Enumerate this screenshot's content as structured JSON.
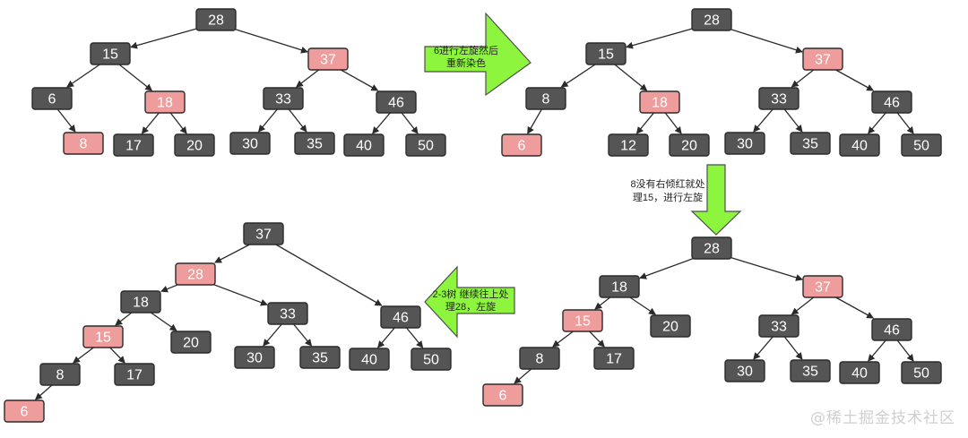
{
  "colors": {
    "black_node": "#555555",
    "red_node": "#ee9c9c",
    "arrow_fill": "#8ef53f",
    "text_dark_bg": "#ffffff",
    "text_red_bg": "#ffffff"
  },
  "trees": [
    {
      "id": "tree1",
      "nodes": [
        {
          "id": "a28",
          "label": "28",
          "color": "black"
        },
        {
          "id": "a15",
          "label": "15",
          "color": "black"
        },
        {
          "id": "a37",
          "label": "37",
          "color": "red"
        },
        {
          "id": "a6",
          "label": "6",
          "color": "black"
        },
        {
          "id": "a18",
          "label": "18",
          "color": "red"
        },
        {
          "id": "a33",
          "label": "33",
          "color": "black"
        },
        {
          "id": "a46",
          "label": "46",
          "color": "black"
        },
        {
          "id": "a8",
          "label": "8",
          "color": "red"
        },
        {
          "id": "a17",
          "label": "17",
          "color": "black"
        },
        {
          "id": "a20",
          "label": "20",
          "color": "black"
        },
        {
          "id": "a30",
          "label": "30",
          "color": "black"
        },
        {
          "id": "a35",
          "label": "35",
          "color": "black"
        },
        {
          "id": "a40",
          "label": "40",
          "color": "black"
        },
        {
          "id": "a50",
          "label": "50",
          "color": "black"
        }
      ],
      "edges": [
        [
          "a28",
          "a15"
        ],
        [
          "a28",
          "a37"
        ],
        [
          "a15",
          "a6"
        ],
        [
          "a15",
          "a18"
        ],
        [
          "a6",
          "a8"
        ],
        [
          "a18",
          "a17"
        ],
        [
          "a18",
          "a20"
        ],
        [
          "a37",
          "a33"
        ],
        [
          "a37",
          "a46"
        ],
        [
          "a33",
          "a30"
        ],
        [
          "a33",
          "a35"
        ],
        [
          "a46",
          "a40"
        ],
        [
          "a46",
          "a50"
        ]
      ]
    },
    {
      "id": "tree2",
      "nodes": [
        {
          "id": "b28",
          "label": "28",
          "color": "black"
        },
        {
          "id": "b15",
          "label": "15",
          "color": "black"
        },
        {
          "id": "b37",
          "label": "37",
          "color": "red"
        },
        {
          "id": "b8",
          "label": "8",
          "color": "black"
        },
        {
          "id": "b18",
          "label": "18",
          "color": "red"
        },
        {
          "id": "b33",
          "label": "33",
          "color": "black"
        },
        {
          "id": "b46",
          "label": "46",
          "color": "black"
        },
        {
          "id": "b6",
          "label": "6",
          "color": "red"
        },
        {
          "id": "b12",
          "label": "12",
          "color": "black"
        },
        {
          "id": "b20",
          "label": "20",
          "color": "black"
        },
        {
          "id": "b30",
          "label": "30",
          "color": "black"
        },
        {
          "id": "b35",
          "label": "35",
          "color": "black"
        },
        {
          "id": "b40",
          "label": "40",
          "color": "black"
        },
        {
          "id": "b50",
          "label": "50",
          "color": "black"
        }
      ],
      "edges": [
        [
          "b28",
          "b15"
        ],
        [
          "b28",
          "b37"
        ],
        [
          "b15",
          "b8"
        ],
        [
          "b15",
          "b18"
        ],
        [
          "b8",
          "b6"
        ],
        [
          "b18",
          "b12"
        ],
        [
          "b18",
          "b20"
        ],
        [
          "b37",
          "b33"
        ],
        [
          "b37",
          "b46"
        ],
        [
          "b33",
          "b30"
        ],
        [
          "b33",
          "b35"
        ],
        [
          "b46",
          "b40"
        ],
        [
          "b46",
          "b50"
        ]
      ]
    },
    {
      "id": "tree3",
      "nodes": [
        {
          "id": "c28",
          "label": "28",
          "color": "black"
        },
        {
          "id": "c18",
          "label": "18",
          "color": "black"
        },
        {
          "id": "c37",
          "label": "37",
          "color": "red"
        },
        {
          "id": "c15",
          "label": "15",
          "color": "red"
        },
        {
          "id": "c20",
          "label": "20",
          "color": "black"
        },
        {
          "id": "c33",
          "label": "33",
          "color": "black"
        },
        {
          "id": "c46",
          "label": "46",
          "color": "black"
        },
        {
          "id": "c8",
          "label": "8",
          "color": "black"
        },
        {
          "id": "c17",
          "label": "17",
          "color": "black"
        },
        {
          "id": "c30",
          "label": "30",
          "color": "black"
        },
        {
          "id": "c35",
          "label": "35",
          "color": "black"
        },
        {
          "id": "c40",
          "label": "40",
          "color": "black"
        },
        {
          "id": "c50",
          "label": "50",
          "color": "black"
        },
        {
          "id": "c6",
          "label": "6",
          "color": "red"
        }
      ],
      "edges": [
        [
          "c28",
          "c18"
        ],
        [
          "c28",
          "c37"
        ],
        [
          "c18",
          "c15"
        ],
        [
          "c18",
          "c20"
        ],
        [
          "c15",
          "c8"
        ],
        [
          "c15",
          "c17"
        ],
        [
          "c8",
          "c6"
        ],
        [
          "c37",
          "c33"
        ],
        [
          "c37",
          "c46"
        ],
        [
          "c33",
          "c30"
        ],
        [
          "c33",
          "c35"
        ],
        [
          "c46",
          "c40"
        ],
        [
          "c46",
          "c50"
        ]
      ]
    },
    {
      "id": "tree4",
      "nodes": [
        {
          "id": "d37",
          "label": "37",
          "color": "black"
        },
        {
          "id": "d28",
          "label": "28",
          "color": "red"
        },
        {
          "id": "d18",
          "label": "18",
          "color": "black"
        },
        {
          "id": "d33",
          "label": "33",
          "color": "black"
        },
        {
          "id": "d46",
          "label": "46",
          "color": "black"
        },
        {
          "id": "d15",
          "label": "15",
          "color": "red"
        },
        {
          "id": "d20",
          "label": "20",
          "color": "black"
        },
        {
          "id": "d30",
          "label": "30",
          "color": "black"
        },
        {
          "id": "d35",
          "label": "35",
          "color": "black"
        },
        {
          "id": "d40",
          "label": "40",
          "color": "black"
        },
        {
          "id": "d50",
          "label": "50",
          "color": "black"
        },
        {
          "id": "d8",
          "label": "8",
          "color": "black"
        },
        {
          "id": "d17",
          "label": "17",
          "color": "black"
        },
        {
          "id": "d6",
          "label": "6",
          "color": "red"
        }
      ],
      "edges": [
        [
          "d37",
          "d28"
        ],
        [
          "d37",
          "d46"
        ],
        [
          "d28",
          "d18"
        ],
        [
          "d28",
          "d33"
        ],
        [
          "d18",
          "d15"
        ],
        [
          "d18",
          "d20"
        ],
        [
          "d15",
          "d8"
        ],
        [
          "d15",
          "d17"
        ],
        [
          "d8",
          "d6"
        ],
        [
          "d33",
          "d30"
        ],
        [
          "d33",
          "d35"
        ],
        [
          "d46",
          "d40"
        ],
        [
          "d46",
          "d50"
        ]
      ]
    }
  ],
  "arrows": [
    {
      "id": "arrow-right",
      "lines": [
        "6进行左旋然后",
        "重新染色"
      ]
    },
    {
      "id": "arrow-down",
      "lines": [
        "8没有右倾红就处",
        "理15，进行左旋"
      ]
    },
    {
      "id": "arrow-left",
      "lines": [
        "2-3树 继续往上处",
        "理28，左旋"
      ]
    }
  ],
  "watermark": "@稀土掘金技术社区"
}
